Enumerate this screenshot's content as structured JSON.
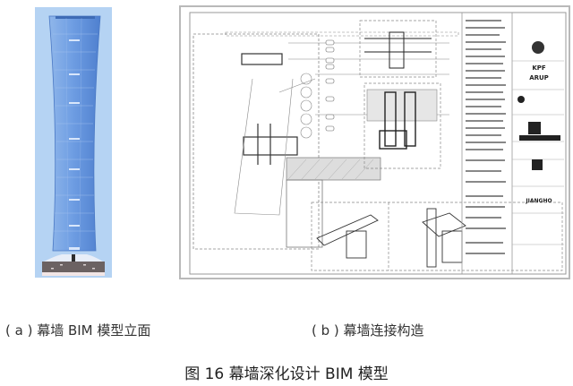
{
  "figure": {
    "title": "图 16 幕墙深化设计 BIM 模型",
    "panels": [
      {
        "id": "a",
        "caption": "( a ) 幕墙 BIM 模型立面",
        "content": "BIM model elevation of curtain-wall tower",
        "colors": {
          "background": "#b5d3f3",
          "facade": "#6e9fe0",
          "base": "#6b6262"
        }
      },
      {
        "id": "b",
        "caption": "( b ) 幕墙连接构造",
        "content": "Curtain-wall connection detail drawing",
        "title_block": {
          "logos": [
            "KPF",
            "ARUP",
            "JIANGHO"
          ]
        }
      }
    ]
  }
}
